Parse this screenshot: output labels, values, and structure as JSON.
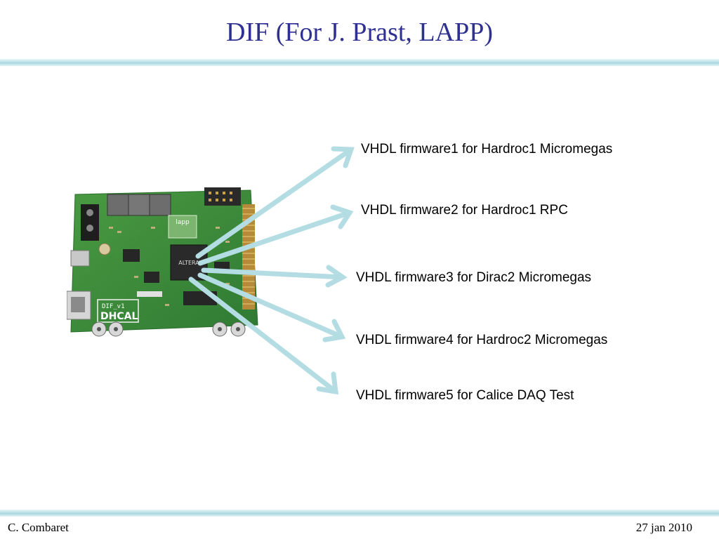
{
  "slide": {
    "title": "DIF (For J. Prast, LAPP)",
    "author": "C. Combaret",
    "date": "27 jan 2010",
    "firmware": [
      "VHDL firmware1 for Hardroc1 Micromegas",
      "VHDL firmware2 for Hardroc1 RPC",
      "VHDL firmware3 for Dirac2 Micromegas",
      "VHDL firmware4 for Hardroc2 Micromegas",
      "VHDL firmware5 for Calice DAQ Test"
    ],
    "board": {
      "logo_text": "lapp",
      "silk_text": "DIF_v1",
      "hcal_text": "DHCAL",
      "chip_text": "ALTERA"
    }
  },
  "colors": {
    "title": "#2e3192",
    "arrow": "#b3dde3",
    "band": "#a6d6de",
    "pcb": "#3f8a3a"
  }
}
